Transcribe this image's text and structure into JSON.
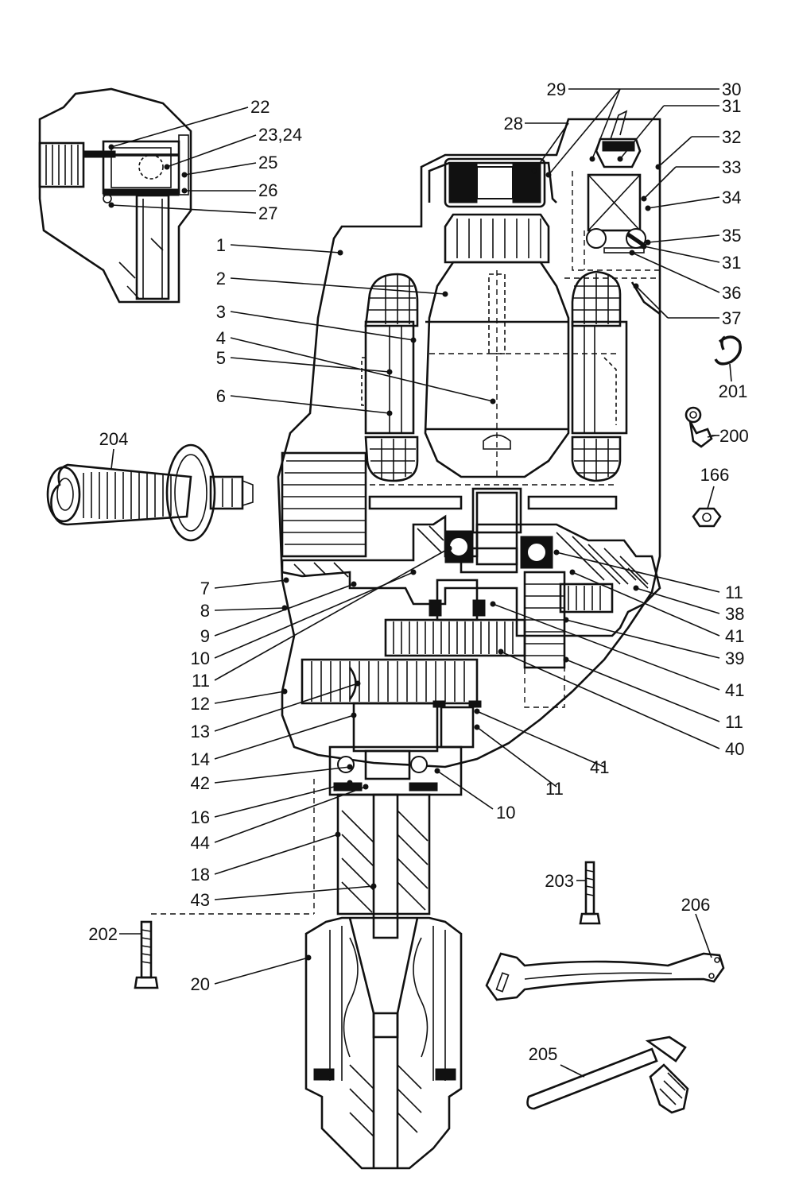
{
  "labels": {
    "l1": "1",
    "l2": "2",
    "l3": "3",
    "l4": "4",
    "l5": "5",
    "l6": "6",
    "l7": "7",
    "l8": "8",
    "l9": "9",
    "l10a": "10",
    "l11a": "11",
    "l12": "12",
    "l13": "13",
    "l14": "14",
    "l42": "42",
    "l16": "16",
    "l44": "44",
    "l18": "18",
    "l43": "43",
    "l202": "202",
    "l20": "20",
    "l22": "22",
    "l2324": "23,24",
    "l25": "25",
    "l26": "26",
    "l27": "27",
    "l29": "29",
    "l30": "30",
    "l28": "28",
    "l31a": "31",
    "l32": "32",
    "l33": "33",
    "l34": "34",
    "l35": "35",
    "l31b": "31",
    "l36": "36",
    "l37": "37",
    "l201": "201",
    "l200": "200",
    "l166": "166",
    "l11b": "11",
    "l38": "38",
    "l41a": "41",
    "l39": "39",
    "l41b": "41",
    "l11c": "11",
    "l40": "40",
    "l41c": "41",
    "l11d": "11",
    "l10b": "10",
    "l204": "204",
    "l203": "203",
    "l206": "206",
    "l205": "205"
  }
}
